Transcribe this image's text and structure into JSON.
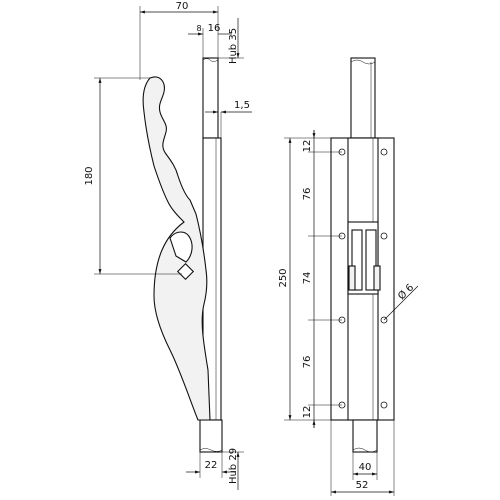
{
  "drawing": {
    "side_view": {
      "width_top": "70",
      "rod_width_top": "16",
      "stroke_top": "Hub 35",
      "plate_thickness": "1,5",
      "lever_length": "180",
      "rod_width_bottom": "22",
      "stroke_bottom": "Hub 29",
      "small_marker": "8"
    },
    "front_view": {
      "total_length": "250",
      "segments": [
        "12",
        "76",
        "74",
        "76",
        "12"
      ],
      "hole_diameter": "Ø 6",
      "rod_width": "40",
      "plate_width": "52"
    }
  }
}
